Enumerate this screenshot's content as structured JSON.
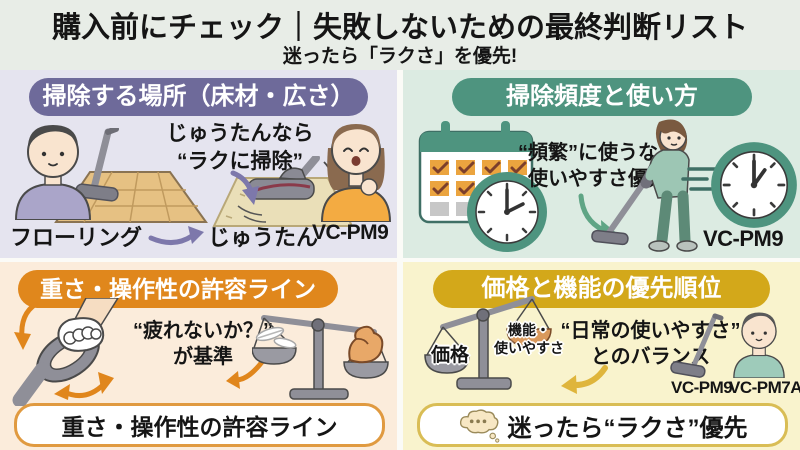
{
  "page": {
    "title": "購入前にチェック｜失敗しないための最終判断リスト",
    "subtitle": "迷ったら「ラクさ」を優先!"
  },
  "colors": {
    "place_accent": "#6E6A9A",
    "place_bg": "#E5E4EF",
    "frequency_accent": "#4E947F",
    "frequency_bg": "#DCEBE2",
    "weight_accent": "#E0871C",
    "weight_bg": "#FBECDB",
    "price_accent": "#D3A81A",
    "price_bg": "#F9F3CD"
  },
  "panels": {
    "place": {
      "header": "掃除する場所（床材・広さ）",
      "note_line1": "じゅうたんなら",
      "note_line2": "“ラクに掃除”",
      "label_flooring": "フローリング",
      "label_carpet": "じゅうたん",
      "model": "VC-PM9",
      "icons": [
        "man-avatar-icon",
        "stick-vacuum-on-flooring-icon",
        "vacuum-head-on-carpet-icon",
        "woman-avatar-icon",
        "curved-arrow-icon"
      ]
    },
    "frequency": {
      "header": "掃除頻度と使い方",
      "note_line1": "“頻繁”に使うなら",
      "note_line2": "使いやすさ優先",
      "model": "VC-PM9",
      "icons": [
        "calendar-checked-icon",
        "clock-icon",
        "woman-vacuuming-icon",
        "speed-lines-icon",
        "curved-arrow-icon"
      ]
    },
    "weight": {
      "header": "重さ・操作性の許容ライン",
      "note_line1": "“疲れないか？”",
      "note_line2": "が基準",
      "footer": "重さ・操作性の許容ライン",
      "icons": [
        "hand-grip-handle-icon",
        "balance-scale-feather-muscle-icon",
        "curved-arrow-icon"
      ]
    },
    "price": {
      "header": "価格と機能の優先順位",
      "scale_left_label": "価格",
      "scale_right_line1": "機能・",
      "scale_right_line2": "使いやすさ",
      "note_line1": "“日常の使いやすさ”",
      "note_line2": "とのバランス",
      "model_a": "VC-PM9",
      "model_b": "VC-PM7A",
      "footer": "迷ったら“ラクさ”優先",
      "icons": [
        "balance-scale-icon",
        "stick-vacuum-icon",
        "man-avatar-icon",
        "thought-bubble-icon",
        "curved-arrow-icon"
      ]
    }
  }
}
